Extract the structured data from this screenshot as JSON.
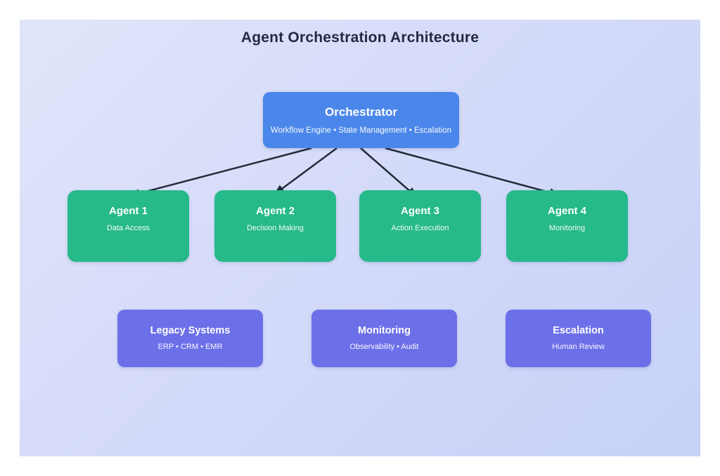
{
  "title": "Agent Orchestration Architecture",
  "orchestrator": {
    "title": "Orchestrator",
    "subtitle": "Workflow Engine • State Management • Escalation"
  },
  "agents": [
    {
      "title": "Agent 1",
      "subtitle": "Data Access"
    },
    {
      "title": "Agent 2",
      "subtitle": "Decision Making"
    },
    {
      "title": "Agent 3",
      "subtitle": "Action Execution"
    },
    {
      "title": "Agent 4",
      "subtitle": "Monitoring"
    }
  ],
  "systems": [
    {
      "title": "Legacy Systems",
      "subtitle": "ERP • CRM • EMR"
    },
    {
      "title": "Monitoring",
      "subtitle": "Observability • Audit"
    },
    {
      "title": "Escalation",
      "subtitle": "Human Review"
    }
  ],
  "colors": {
    "orchestrator_box": "#4b87ea",
    "agent_box": "#26b98a",
    "system_box": "#6c70e8",
    "arrow": "#232b38",
    "title_text": "#232c3e",
    "canvas_gradient_start": "#e0e5fa",
    "canvas_gradient_end": "#c7d1f8"
  }
}
